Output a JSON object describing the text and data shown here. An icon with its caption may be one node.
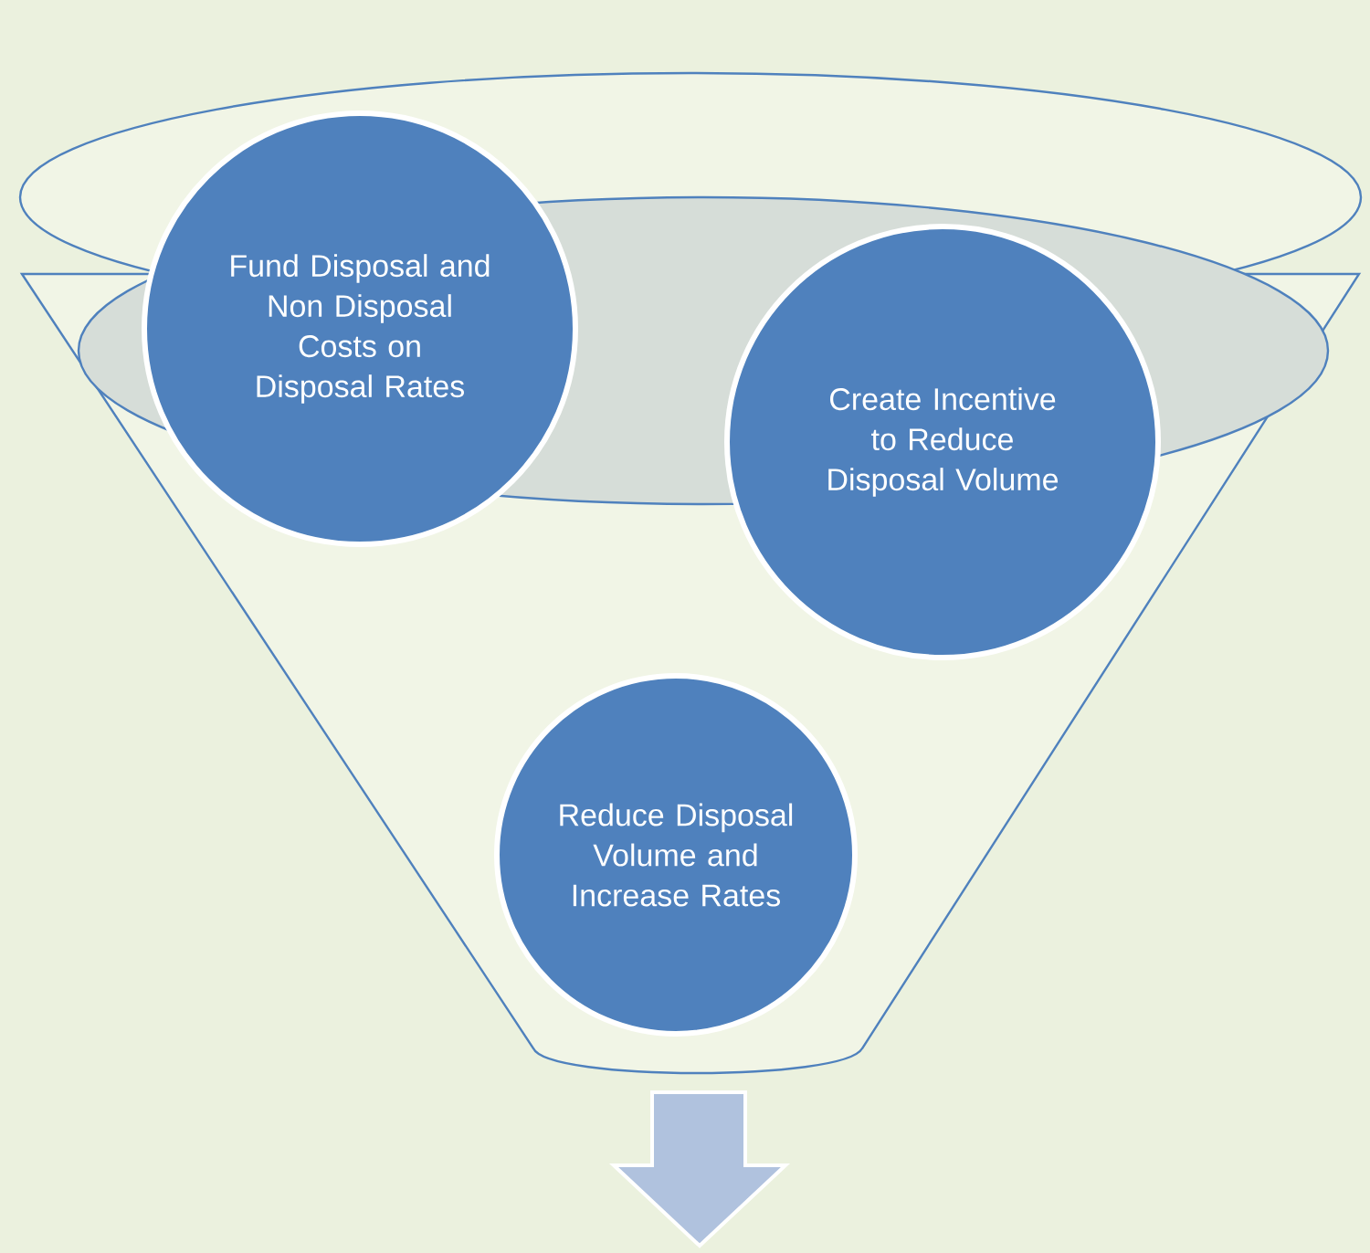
{
  "diagram": {
    "nodes": [
      {
        "text": [
          "Fund  Disposal and  Non Disposal Costs on Disposal Rates"
        ]
      },
      {
        "text": [
          "Create Incentive to Reduce Disposal Volume"
        ]
      },
      {
        "text": [
          "Reduce Disposal Volume and Increase Rates"
        ]
      }
    ]
  }
}
